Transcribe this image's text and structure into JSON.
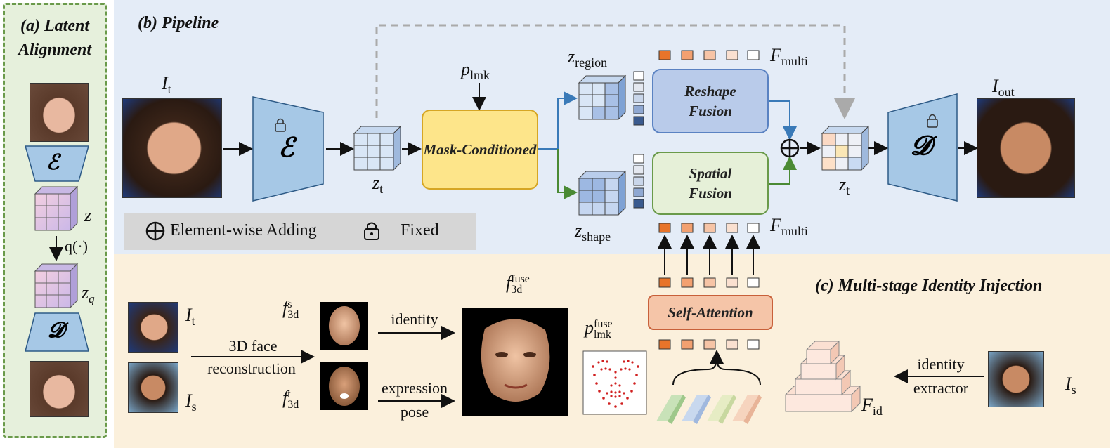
{
  "panel_a": {
    "title": "(a) Latent Alignment",
    "labels": {
      "encoder": "ℰ",
      "decoder": "𝓓",
      "z": "z",
      "q": "q(·)",
      "zq_main": "z",
      "zq_sub": "q"
    }
  },
  "panel_b": {
    "title": "(b) Pipeline",
    "input": {
      "main": "I",
      "sub": "t"
    },
    "output": {
      "main": "I",
      "sub": "out"
    },
    "encoder_symbol": "ℰ",
    "decoder_symbol": "𝓓",
    "zt_left": {
      "main": "z",
      "sub": "t"
    },
    "zt_right": {
      "main": "z",
      "sub": "t"
    },
    "p_lmk": {
      "main": "p",
      "sub": "lmk"
    },
    "mask_block": "Mask-Conditioned",
    "z_region": {
      "main": "z",
      "sub": "region"
    },
    "z_shape": {
      "main": "z",
      "sub": "shape"
    },
    "reshape_block": "Reshape Fusion",
    "spatial_block": "Spatial Fusion",
    "f_multi_top": {
      "main": "F",
      "sub": "multi"
    },
    "f_multi_bottom": {
      "main": "F",
      "sub": "multi"
    },
    "legend": {
      "add_text": "Element-wise Adding",
      "fixed_text": "Fixed"
    }
  },
  "panel_c": {
    "title": "(c) Multi-stage Identity Injection",
    "it": {
      "main": "I",
      "sub": "t"
    },
    "is": {
      "main": "I",
      "sub": "s"
    },
    "is_right": {
      "main": "I",
      "sub": "s"
    },
    "recon_line1": "3D face",
    "recon_line2": "reconstruction",
    "f3d_s": {
      "main": "f",
      "sup": "s",
      "sub": "3d"
    },
    "f3d_t": {
      "main": "f",
      "sup": "t",
      "sub": "3d"
    },
    "identity_arrow": "identity",
    "expression": "expression",
    "pose": "pose",
    "f3d_fuse": {
      "main": "f",
      "sup": "fuse",
      "sub": "3d"
    },
    "p_lmk_fuse": {
      "main": "p",
      "sup": "fuse",
      "sub": "lmk"
    },
    "self_attention": "Self-Attention",
    "f_id": {
      "main": "F",
      "sub": "id"
    },
    "extractor_line1": "identity",
    "extractor_line2": "extractor"
  },
  "colors": {
    "panel_a_bg": "#e6f0dc",
    "panel_b_bg": "#e4ecf7",
    "panel_c_bg": "#fbf0dc",
    "mask_fill": "#fde58a",
    "reshape_fill": "#b9cbea",
    "spatial_fill": "#e6f0d8",
    "attention_fill": "#f5c5a8",
    "encoder_fill": "#a6c8e6",
    "token_orange": "#e8742a"
  }
}
